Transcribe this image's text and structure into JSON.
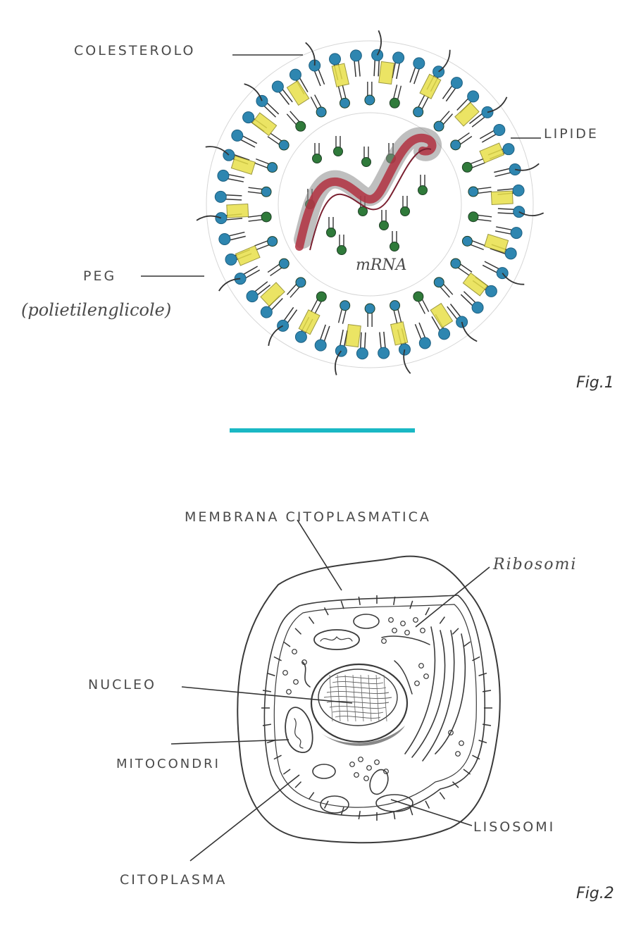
{
  "figure1": {
    "caption": "Fig.1",
    "labels": {
      "cholesterol": "COLESTEROLO",
      "lipid": "LIPIDE",
      "peg": "PEG",
      "peg_full": "(polietilenglicole)",
      "mrna": "mRNA"
    },
    "colors": {
      "lipid_head": "#2e86b0",
      "inner_head": "#2f7a3a",
      "cholesterol": "#e8e04a",
      "mrna_fill": "#b03040",
      "mrna_shade": "#777777"
    }
  },
  "divider": {
    "color": "#1ab8c4"
  },
  "figure2": {
    "caption": "Fig.2",
    "labels": {
      "membrane": "MEMBRANA CITOPLASMATICA",
      "ribosomes": "Ribosomi",
      "nucleus": "NUCLEO",
      "mitochondria": "MITOCONDRI",
      "lysosomes": "LISOSOMI",
      "cytoplasm": "CITOPLASMA"
    }
  }
}
